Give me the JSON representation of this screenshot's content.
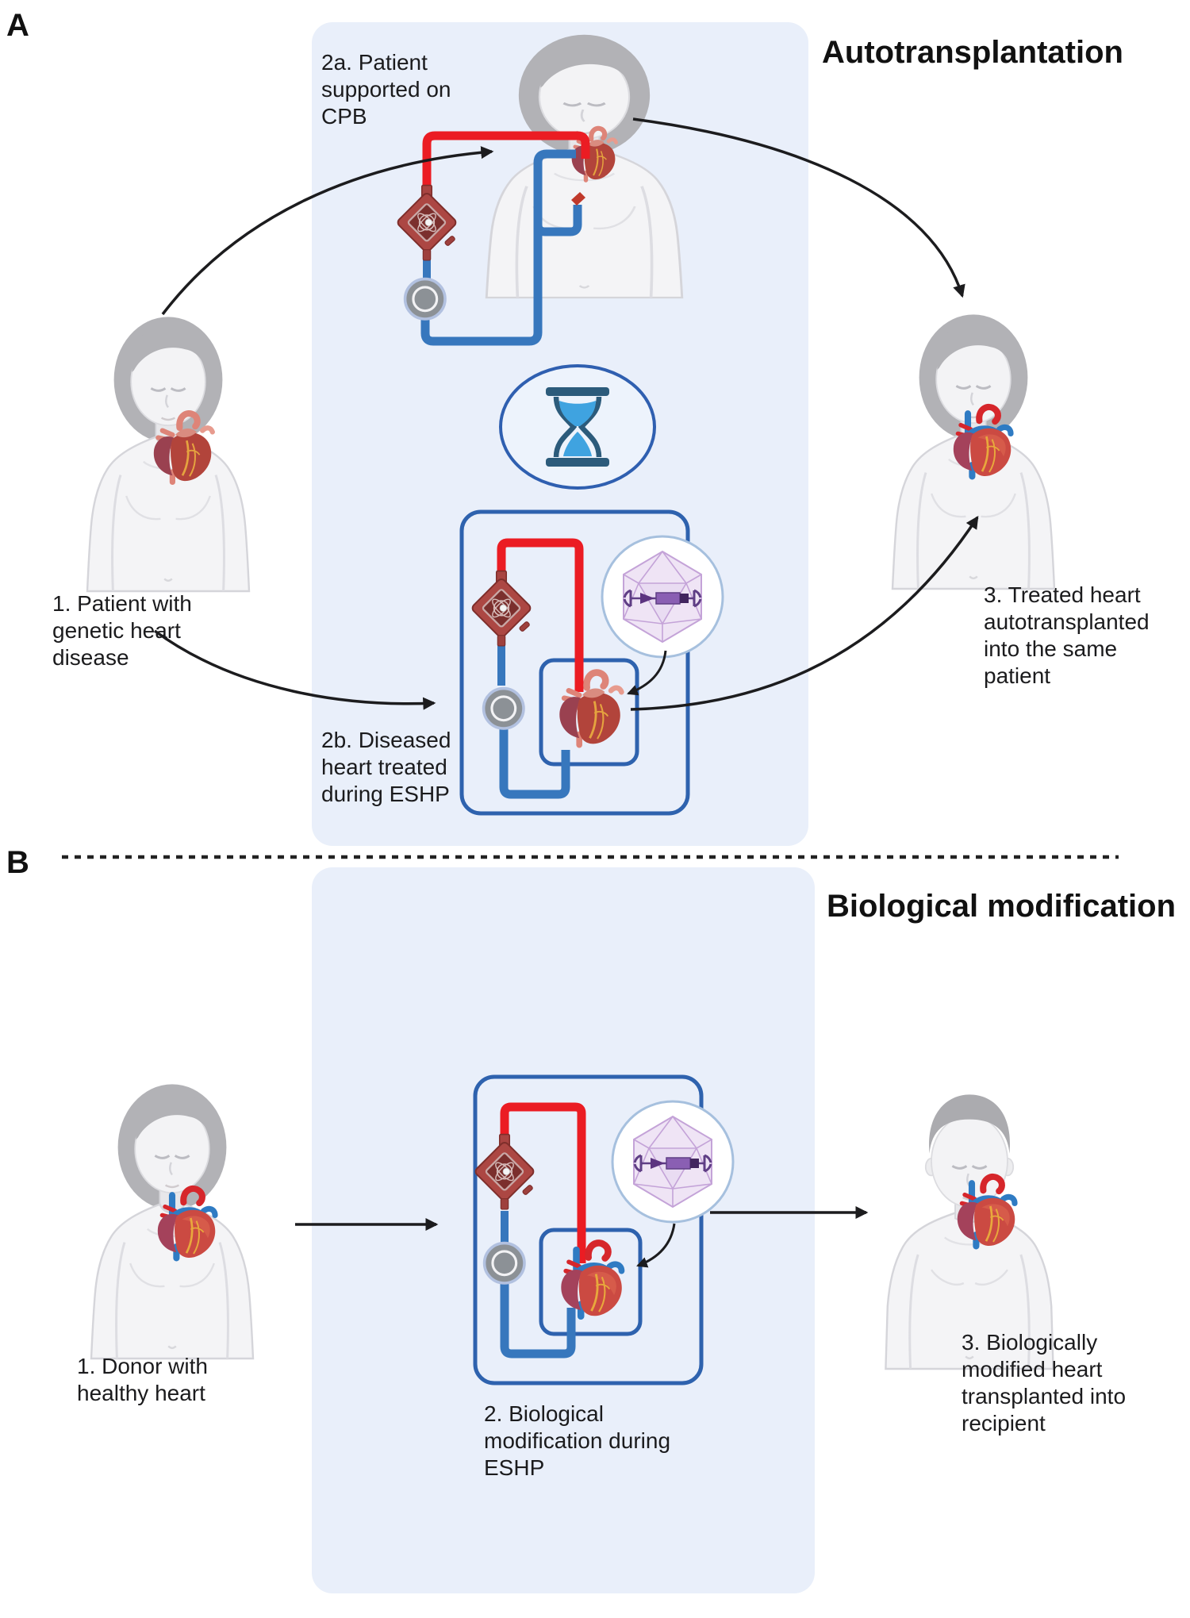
{
  "panel_a": {
    "label": "A",
    "title": "Autotransplantation",
    "steps": {
      "step1": "1. Patient with\ngenetic heart\ndisease",
      "step2a": "2a. Patient\nsupported on\nCPB",
      "step2b": "2b. Diseased\nheart treated\nduring ESHP",
      "step3": "3. Treated heart\nautotransplanted\ninto the same\npatient"
    }
  },
  "panel_b": {
    "label": "B",
    "title": "Biological modification",
    "steps": {
      "step1": "1. Donor with\nhealthy heart",
      "step2": "2. Biological\nmodification during\nESHP",
      "step3": "3. Biologically\nmodified heart\ntransplanted into\nrecipient"
    }
  },
  "icons": {
    "hourglass-icon": "hourglass (time passing during perfusion)",
    "aav-vector-icon": "AAV capsid with gene-therapy cassette",
    "pump-icon": "perfusion pump",
    "oxygenator-icon": "oxygenator",
    "diseased-heart-icon": "diseased heart (red vessels)",
    "healthy-heart-icon": "healthy heart (red and blue vessels)",
    "patient-figure-icon": "human patient silhouette",
    "arrow-icon": "workflow arrow",
    "eshp-circuit-icon": "ex situ heart perfusion circuit"
  },
  "colors": {
    "panel_background": "#E9EFFA",
    "tube_red": "#EB1C23",
    "tube_blue": "#3777BD",
    "circuit_box_blue": "#2E62AE",
    "hourglass_frame": "#2C5B7B",
    "hourglass_sand": "#3FA3E0",
    "hourglass_ellipse": "#2F5FB0",
    "virus_capsid_purple": "#C4A3D8",
    "gene_purple": "#8A5FB3",
    "pump_red": "#AC4743",
    "oxygenator_gray": "#8C9196",
    "arrow_black": "#1C1C1E",
    "figure_body": "#F4F4F6",
    "figure_hair": "#B2B2B6",
    "text": "#1B1B1D"
  }
}
